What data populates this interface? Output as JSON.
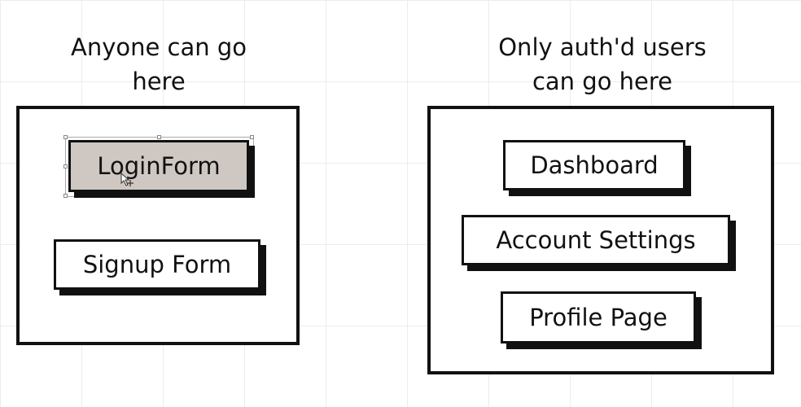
{
  "headings": {
    "public": [
      "Anyone can go",
      "here"
    ],
    "private": [
      "Only auth'd users",
      "can go here"
    ]
  },
  "public_routes": {
    "login": "LoginForm",
    "signup": "Signup Form"
  },
  "private_routes": {
    "dashboard": "Dashboard",
    "account": "Account Settings",
    "profile": "Profile Page"
  },
  "colors": {
    "selected_fill": "#cfc8c2",
    "ink": "#111111"
  }
}
